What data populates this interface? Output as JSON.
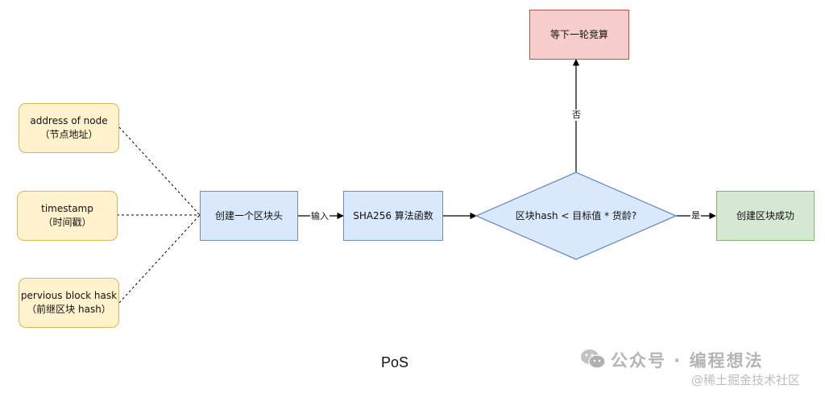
{
  "nodes": {
    "address": {
      "line1": "address of node",
      "line2": "（节点地址）"
    },
    "timestamp": {
      "line1": "timestamp",
      "line2": "（时间戳）"
    },
    "prev_hash": {
      "line1": "pervious block hask",
      "line2": "（前继区块 hash）"
    },
    "create_block": "创建一个区块头",
    "sha": "SHA256 算法函数",
    "decision": "区块hash < 目标值 * 货龄?",
    "wait": "等下一轮竞算",
    "success": "创建区块成功"
  },
  "edge_labels": {
    "input": "输入",
    "no": "否",
    "yes": "是"
  },
  "caption": "PoS",
  "watermark": {
    "main": "公众号 · 编程想法",
    "sub": "@稀土掘金技术社区"
  },
  "colors": {
    "input_fill": "#fff2cc",
    "input_stroke": "#d6b656",
    "process_fill": "#dae8fc",
    "process_stroke": "#6c8ebf",
    "wait_fill": "#f8cecc",
    "wait_stroke": "#b85450",
    "success_fill": "#d5e8d4",
    "success_stroke": "#82b366"
  }
}
